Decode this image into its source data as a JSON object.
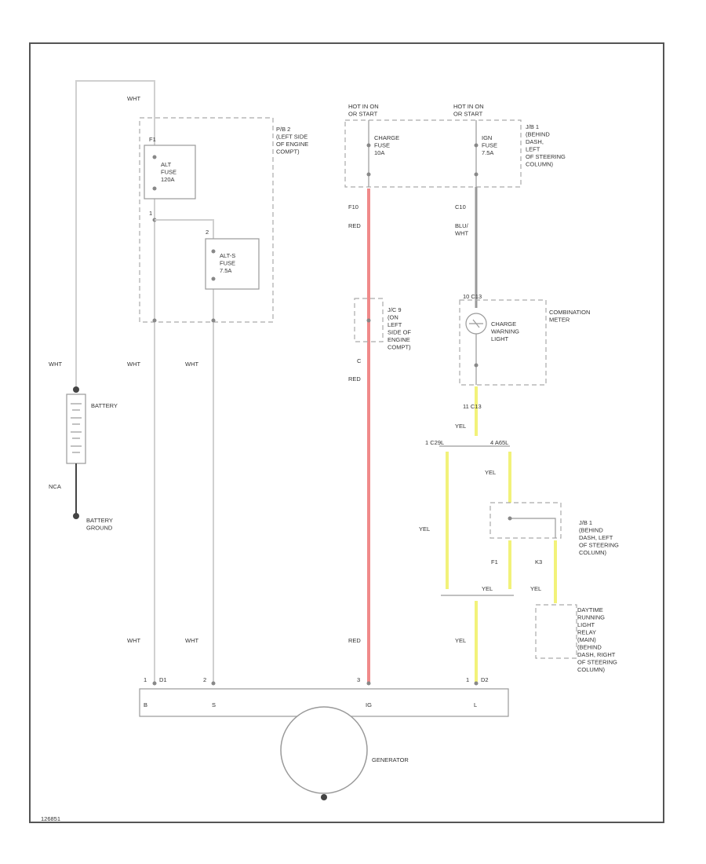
{
  "labels": {
    "wht_top": "WHT",
    "pkb2": "P/B 2\n(LEFT SIDE\nOF ENGINE\nCOMPT)",
    "hot_left": "HOT IN ON\nOR START",
    "hot_right": "HOT IN ON\nOR START",
    "charge_fuse": "CHARGE\nFUSE\n10A",
    "ign_fuse": "IGN\nFUSE\n7.5A",
    "jb1_top": "J/B 1\n(BEHIND\nDASH,\nLEFT\nOF STEERING\nCOLUMN)",
    "alt_fuse": "ALT\nFUSE\n120A",
    "alts_fuse": "ALT-S\nFUSE\n7.5A",
    "f10": "F10",
    "red1": "RED",
    "c10": "C10",
    "blu_wht": "BLU/\nWHT",
    "term_f1": "F1",
    "term_1": "1",
    "term_2": "2",
    "jc9": "J/C 9\n(ON\nLEFT\nSIDE OF\nENGINE\nCOMPT)",
    "c_label": "C",
    "red2": "RED",
    "c_c13": "10 C13",
    "combination_meter": "COMBINATION\nMETER",
    "charge_warning": "CHARGE\nWARNING\nLIGHT",
    "c11": "11 C13",
    "yel_1": "YEL",
    "conn_left": "1 C29L",
    "conn_right": "4 A65L",
    "yel_2": "YEL",
    "yel_3": "YEL",
    "jb1_mid": "J/B 1\n(BEHIND\nDASH, LEFT\nOF STEERING\nCOLUMN)",
    "f1": "F1",
    "k3": "K3",
    "yel_4": "YEL",
    "yel_5": "YEL",
    "drl": "DAYTIME\nRUNNING\nLIGHT\nRELAY\n(MAIN)\n(BEHIND\nDASH, RIGHT\nOF STEERING\nCOLUMN)",
    "wht_l1": "WHT",
    "wht_l2": "WHT",
    "wht_l3": "WHT",
    "battery": "BATTERY",
    "nca": "NCA",
    "battery_ground": "BATTERY\nGROUND",
    "wht_b1": "WHT",
    "wht_b2": "WHT",
    "red3": "RED",
    "yel_6": "YEL",
    "pin_1a": "1",
    "pin_d1": "D1",
    "pin_2": "2",
    "pin_3": "3",
    "pin_1b": "1",
    "pin_d2": "D2",
    "gen_b": "B",
    "gen_s": "S",
    "gen_ig": "IG",
    "gen_l": "L",
    "generator": "GENERATOR",
    "figure_id": "126851"
  },
  "colors": {
    "red_wire": "#f08a8a",
    "yellow_wire": "#f2f27a",
    "white_wire": "#d0d0d0",
    "blue_white_wire": "#999999"
  }
}
